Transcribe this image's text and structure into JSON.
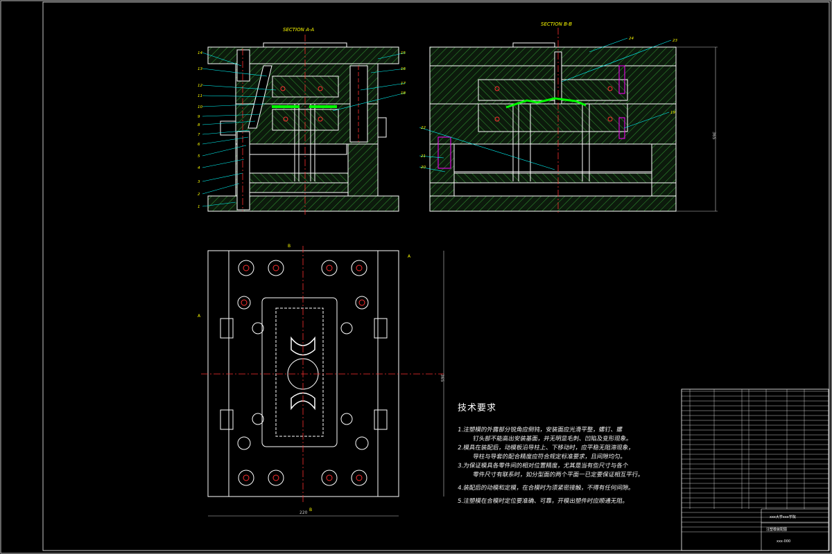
{
  "drawing": {
    "section_aa_label": "SECTION A-A",
    "section_bb_label": "SECTION B-B",
    "cut_marks": {
      "a_top": "A",
      "a_left": "A",
      "b_top": "B",
      "b_bottom": "B"
    },
    "dim_width": "220",
    "dim_height": "365",
    "dim_side": "365"
  },
  "leaders_aa": [
    "1",
    "2",
    "3",
    "4",
    "5",
    "6",
    "7",
    "8",
    "9",
    "10",
    "11",
    "12",
    "13",
    "14",
    "15",
    "16",
    "17",
    "18"
  ],
  "leaders_bb": [
    "24",
    "23",
    "19",
    "22",
    "21",
    "20"
  ],
  "tech_notes": {
    "title": "技术要求",
    "lines": [
      "1.注塑模的外露部分锐角应倒钝，安装面应光滑平整，螺钉、螺",
      "钉头部不能高出安装基面，并无明显毛刺、凹陷及变形现象。",
      "2.模具在装配后，动模板沿导柱上、下移动时，应平稳无阻滞现象，",
      "导柱与导套的配合精度应符合规定标准要求，且间隙均匀。",
      "3.为保证模具各零件间的相对位置精度，尤其是当有些尺寸与各个",
      "零件尺寸有联系时，如分型面的两个平面一已定要保证相互平行。",
      "4.装配后的动模和定模，在合模时为须紧密接触，不得有任何间隙。",
      "5.注塑模在合模时定位要准确、可靠，开模出塑件时应顺通无阻。"
    ]
  },
  "title_block": {
    "drawing_no": "xxx-000",
    "name": "注塑模装配图",
    "company": "xxx大学xxx学院"
  },
  "colors": {
    "background": "#000000",
    "outline": "#ffffff",
    "hatch": "#2e8b2e",
    "frame": "#c8c8c8",
    "centerline": "#ff3030",
    "leader": "#00ffff",
    "label": "#ffff00",
    "part": "#00ff00",
    "pin": "#ff00ff"
  }
}
